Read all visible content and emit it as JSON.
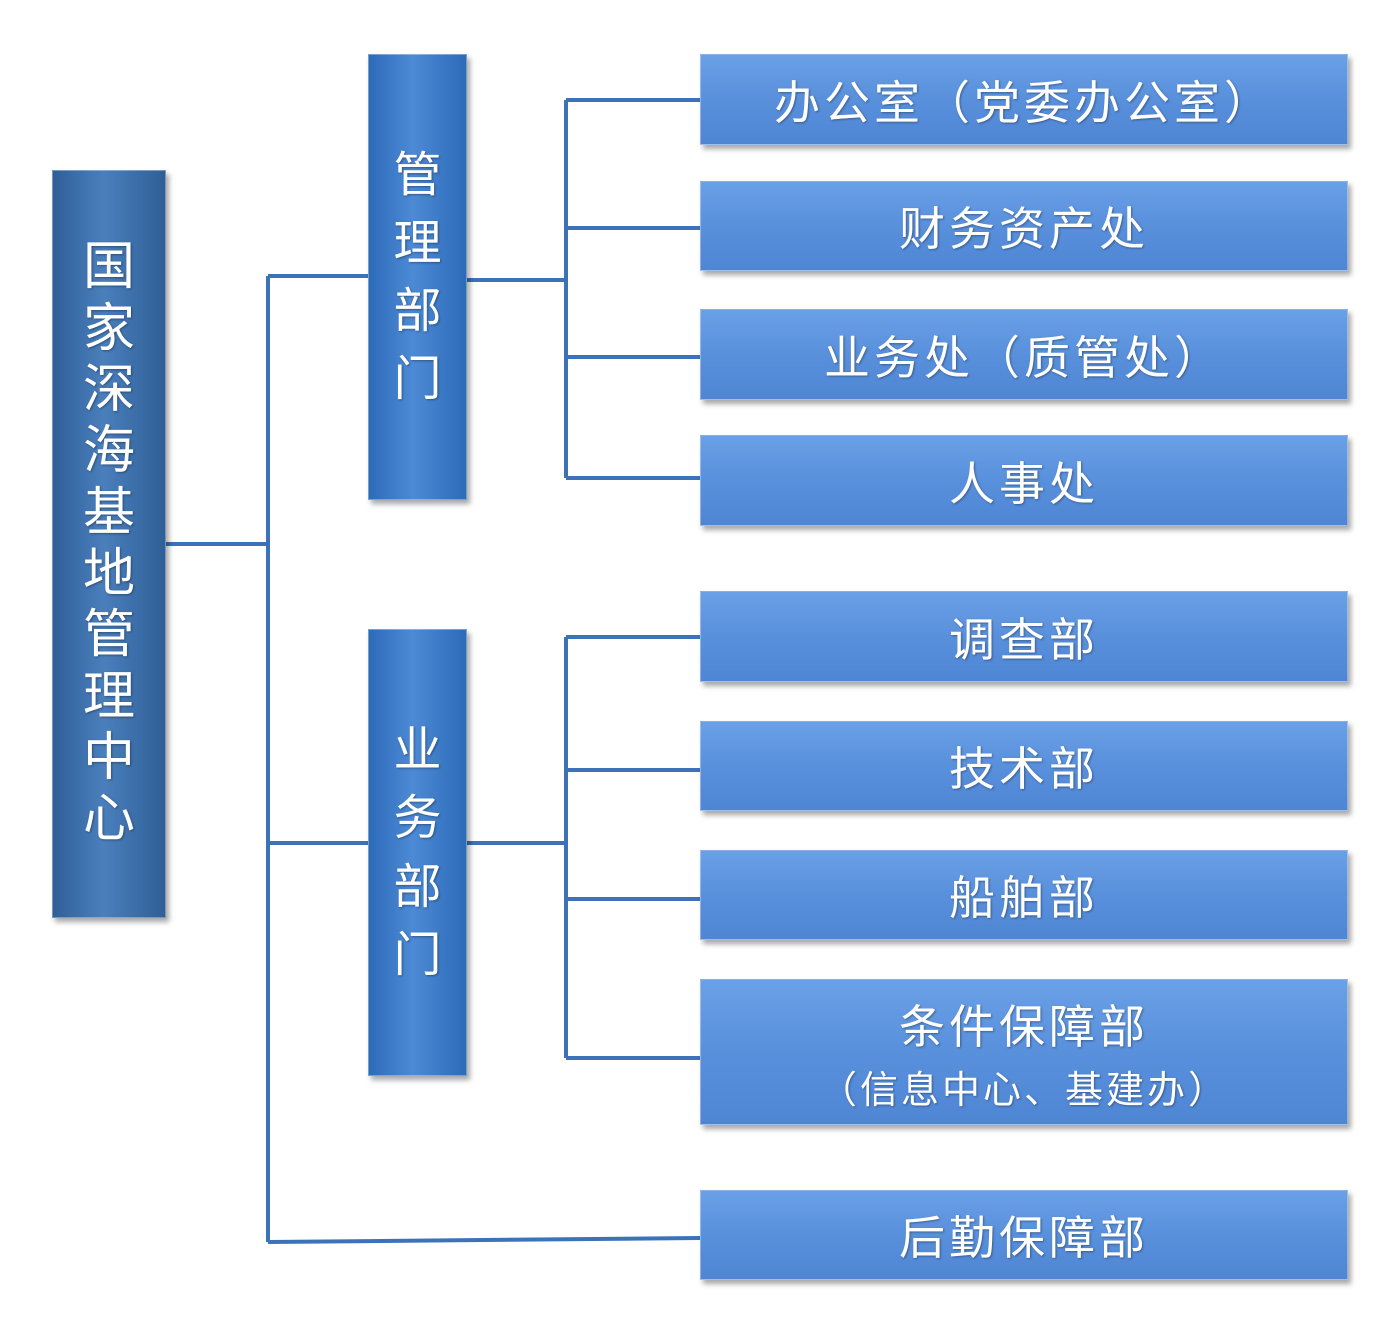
{
  "root": {
    "label": "国家深海基地管理中心"
  },
  "groups": [
    {
      "label": "管理部门",
      "children": [
        "办公室（党委办公室）",
        "财务资产处",
        "业务处（质管处）",
        "人事处"
      ]
    },
    {
      "label": "业务部门",
      "children": [
        "调查部",
        "技术部",
        "船舶部",
        "条件保障部"
      ],
      "child_notes": [
        "",
        "",
        "",
        "（信息中心、基建办）"
      ]
    }
  ],
  "standalone": {
    "label": "后勤保障部"
  },
  "colors": {
    "connector": "#3b72b8",
    "root_fill": "#3a6ea8",
    "group_fill": "#3a7ccb",
    "leaf_fill": "#5b93dd"
  }
}
